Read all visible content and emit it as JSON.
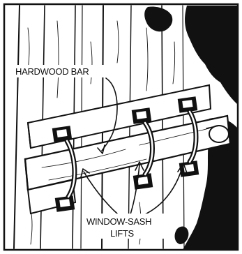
{
  "labels": {
    "hardwood_bar": "HARDWOOD BAR",
    "window_sash": "WINDOW-SASH",
    "lifts": "LIFTS"
  },
  "colors": {
    "ink": "#111111",
    "paper": "#ffffff"
  }
}
